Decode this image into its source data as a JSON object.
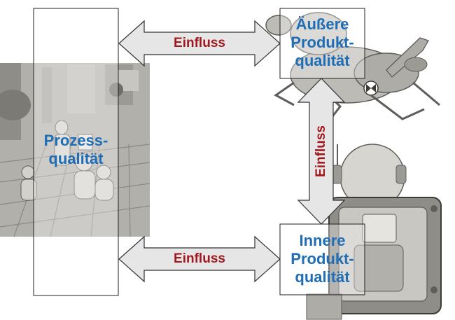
{
  "colors": {
    "box_label": "#1f6db5",
    "arrow_label": "#a1191f",
    "arrow_fill": "#e6e6e6",
    "arrow_stroke": "#333333",
    "box_stroke": "#222222",
    "illustration_gray": "#b2b0ab"
  },
  "nodes": {
    "process": {
      "label": "Prozess-\nqualität"
    },
    "outer": {
      "label": "Äußere\nProdukt-\nqualität"
    },
    "inner": {
      "label": "Innere\nProdukt-\nqualität"
    }
  },
  "edges": {
    "process_outer": {
      "label": "Einfluss"
    },
    "outer_inner": {
      "label": "Einfluss"
    },
    "process_inner": {
      "label": "Einfluss"
    }
  },
  "illustrations": {
    "city": "cartoon-city-scene",
    "insect_robot": "insect-robot-drawing",
    "tv_robot": "astronaut-tv-robot-drawing"
  }
}
